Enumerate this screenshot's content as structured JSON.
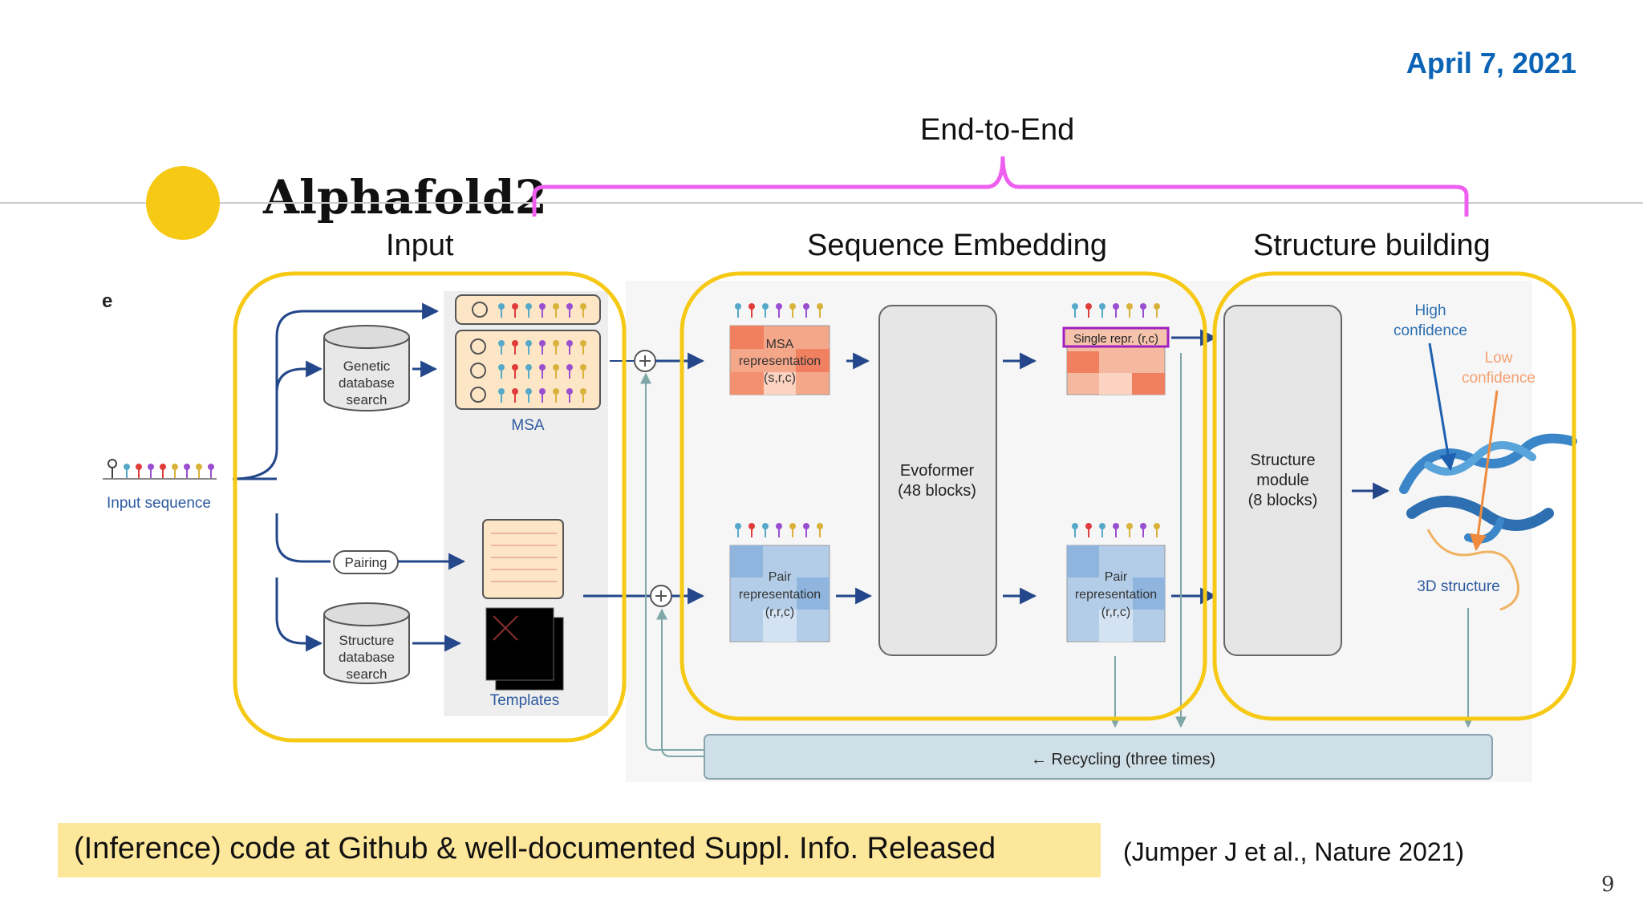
{
  "slide": {
    "date": "April 7, 2021",
    "title": "Alphafold2",
    "page_number": "9"
  },
  "headers": {
    "end_to_end": "End-to-End",
    "input": "Input",
    "sequence_embedding": "Sequence Embedding",
    "structure_building": "Structure building"
  },
  "figure": {
    "panel_letter": "e",
    "input_sequence": "Input sequence",
    "genetic_db": [
      "Genetic",
      "database",
      "search"
    ],
    "msa": "MSA",
    "pairing": "Pairing",
    "structure_db": [
      "Structure",
      "database",
      "search"
    ],
    "templates": "Templates",
    "msa_repr": [
      "MSA",
      "representation",
      "(s,r,c)"
    ],
    "pair_repr_in": [
      "Pair",
      "representation",
      "(r,r,c)"
    ],
    "evoformer": [
      "Evoformer",
      "(48 blocks)"
    ],
    "single_repr": "Single repr. (r,c)",
    "pair_repr_out": [
      "Pair",
      "representation",
      "(r,r,c)"
    ],
    "structure_module": [
      "Structure",
      "module",
      "(8 blocks)"
    ],
    "high_confidence": [
      "High",
      "confidence"
    ],
    "low_confidence": [
      "Low",
      "confidence"
    ],
    "structure_3d": "3D structure",
    "recycling": "← Recycling (three times)"
  },
  "footer": {
    "note": "(Inference) code at Github & well-documented Suppl. Info. Released",
    "citation": "(Jumper J et al., Nature 2021)"
  },
  "colors": {
    "accent_yellow": "#f6c915",
    "date_blue": "#0a63b5",
    "bracket_magenta": "#ee5ff0",
    "highlight": "#fde79a",
    "arrow_navy": "#23478a"
  }
}
